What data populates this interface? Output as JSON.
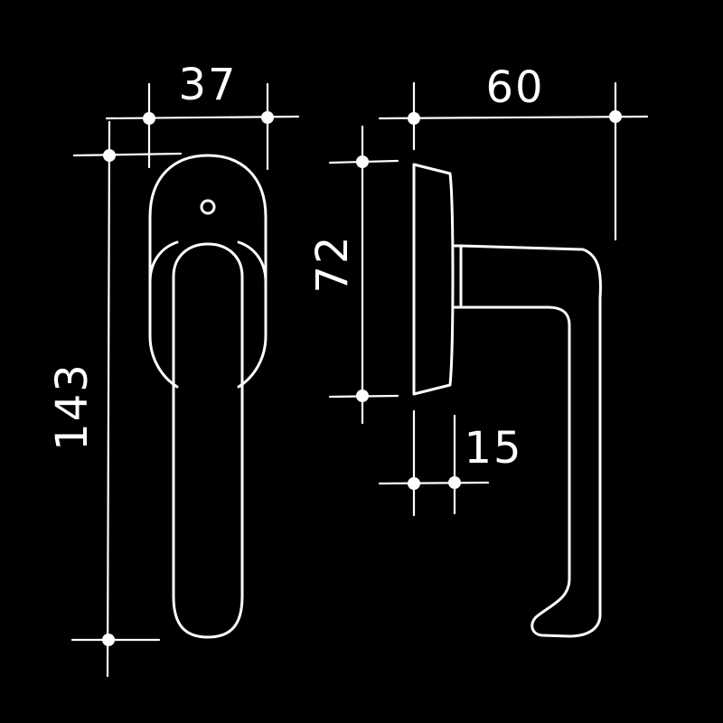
{
  "colors": {
    "background": "#000000",
    "line": "#ffffff"
  },
  "dimensions": {
    "front_width": "37",
    "front_height": "143",
    "side_depth": "60",
    "rosette_height": "72",
    "rosette_thickness": "15"
  }
}
